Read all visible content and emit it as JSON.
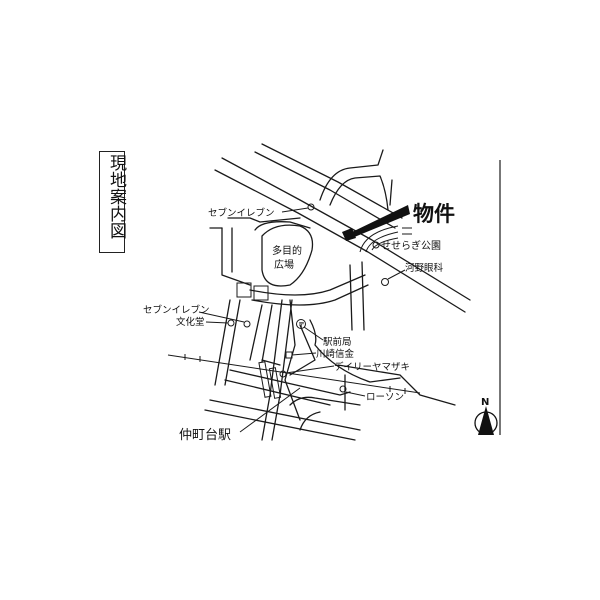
{
  "map": {
    "title": "現地案内図",
    "property_label": "物件",
    "compass": {
      "label": "N",
      "icon": "north-arrow-icon"
    },
    "landmarks": [
      {
        "id": "seven-eleven-north",
        "label": "セブンイレブン",
        "icon": "circle-marker-icon"
      },
      {
        "id": "tamokuteki-hiroba",
        "label": "多目的広場",
        "line1": "多目的",
        "line2": "広場"
      },
      {
        "id": "seseragi-park",
        "label": "せせらぎ公園",
        "icon": "circle-marker-icon"
      },
      {
        "id": "kono-ganka",
        "label": "河野眼科",
        "icon": "clinic-marker-icon"
      },
      {
        "id": "seven-eleven-west",
        "label": "セブンイレブン",
        "icon": "circle-marker-icon"
      },
      {
        "id": "bunkado",
        "label": "文化堂",
        "icon": "circle-marker-icon"
      },
      {
        "id": "ekimae-post",
        "label": "駅前局",
        "icon": "post-office-icon"
      },
      {
        "id": "kawasaki-shinkin",
        "label": "川崎信金",
        "icon": "bank-marker-icon"
      },
      {
        "id": "daily-yamazaki",
        "label": "デイリーヤマザキ",
        "icon": "circle-marker-icon"
      },
      {
        "id": "lawson",
        "label": "ローソン",
        "icon": "circle-marker-icon"
      },
      {
        "id": "nakamachidai-station",
        "label": "仲町台駅"
      }
    ],
    "colors": {
      "ink": "#1a1a1a",
      "paper": "#ffffff",
      "edge": "#777777"
    }
  }
}
